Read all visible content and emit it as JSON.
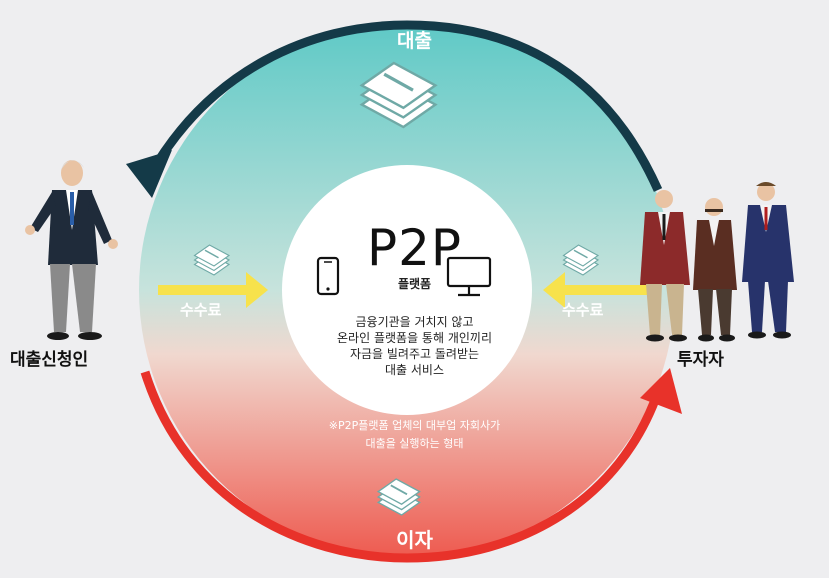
{
  "flow": {
    "loan_label": "대출",
    "interest_label": "이자",
    "fee_left_label": "수수료",
    "fee_right_label": "수수료"
  },
  "center": {
    "title": "P2P",
    "subtitle": "플랫폼",
    "description": [
      "금융기관을 거치지 않고",
      "온라인 플랫폼을 통해 개인끼리",
      "자금을 빌려주고 돌려받는",
      "대출 서비스"
    ]
  },
  "note": [
    "※P2P플랫폼 업체의 대부업 자회사가",
    "대출을 실행하는 형태"
  ],
  "actors": {
    "borrower": "대출신청인",
    "investor": "투자자"
  },
  "colors": {
    "ring_top": "#5ec9c6",
    "ring_bottom": "#ee5a4f",
    "arrow_dark": "#143a48",
    "arrow_red": "#e8322a",
    "fee_arrow": "#f7e24c"
  },
  "icons": [
    "cash-stack-icon",
    "smartphone-icon",
    "monitor-icon"
  ]
}
